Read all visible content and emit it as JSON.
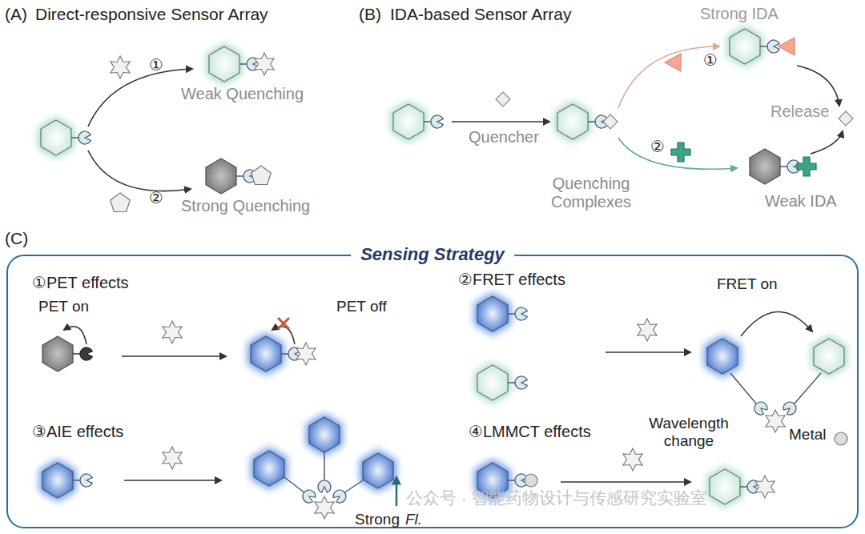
{
  "diagram": {
    "nodes": [
      {
        "text": [
          "Sensing Strategy"
        ]
      }
    ],
    "labels": [
      "(A)",
      "Direct-responsive Sensor Array",
      "①",
      "Weak Quenching",
      "②",
      "Strong Quenching",
      "(B)",
      "IDA-based Sensor Array",
      "Strong IDA",
      "①",
      "Release",
      "Quencher",
      "②",
      "Quenching Complexes",
      "Weak IDA",
      "(C)",
      "①PET effects",
      "PET on",
      "PET off",
      "②FRET effects",
      "FRET on",
      "③AIE effects",
      "Strong",
      "Fl.",
      "④LMMCT effects",
      "Wavelength change",
      "Metal",
      "公众号 · 智能药物设计与传感研究实验室"
    ]
  }
}
